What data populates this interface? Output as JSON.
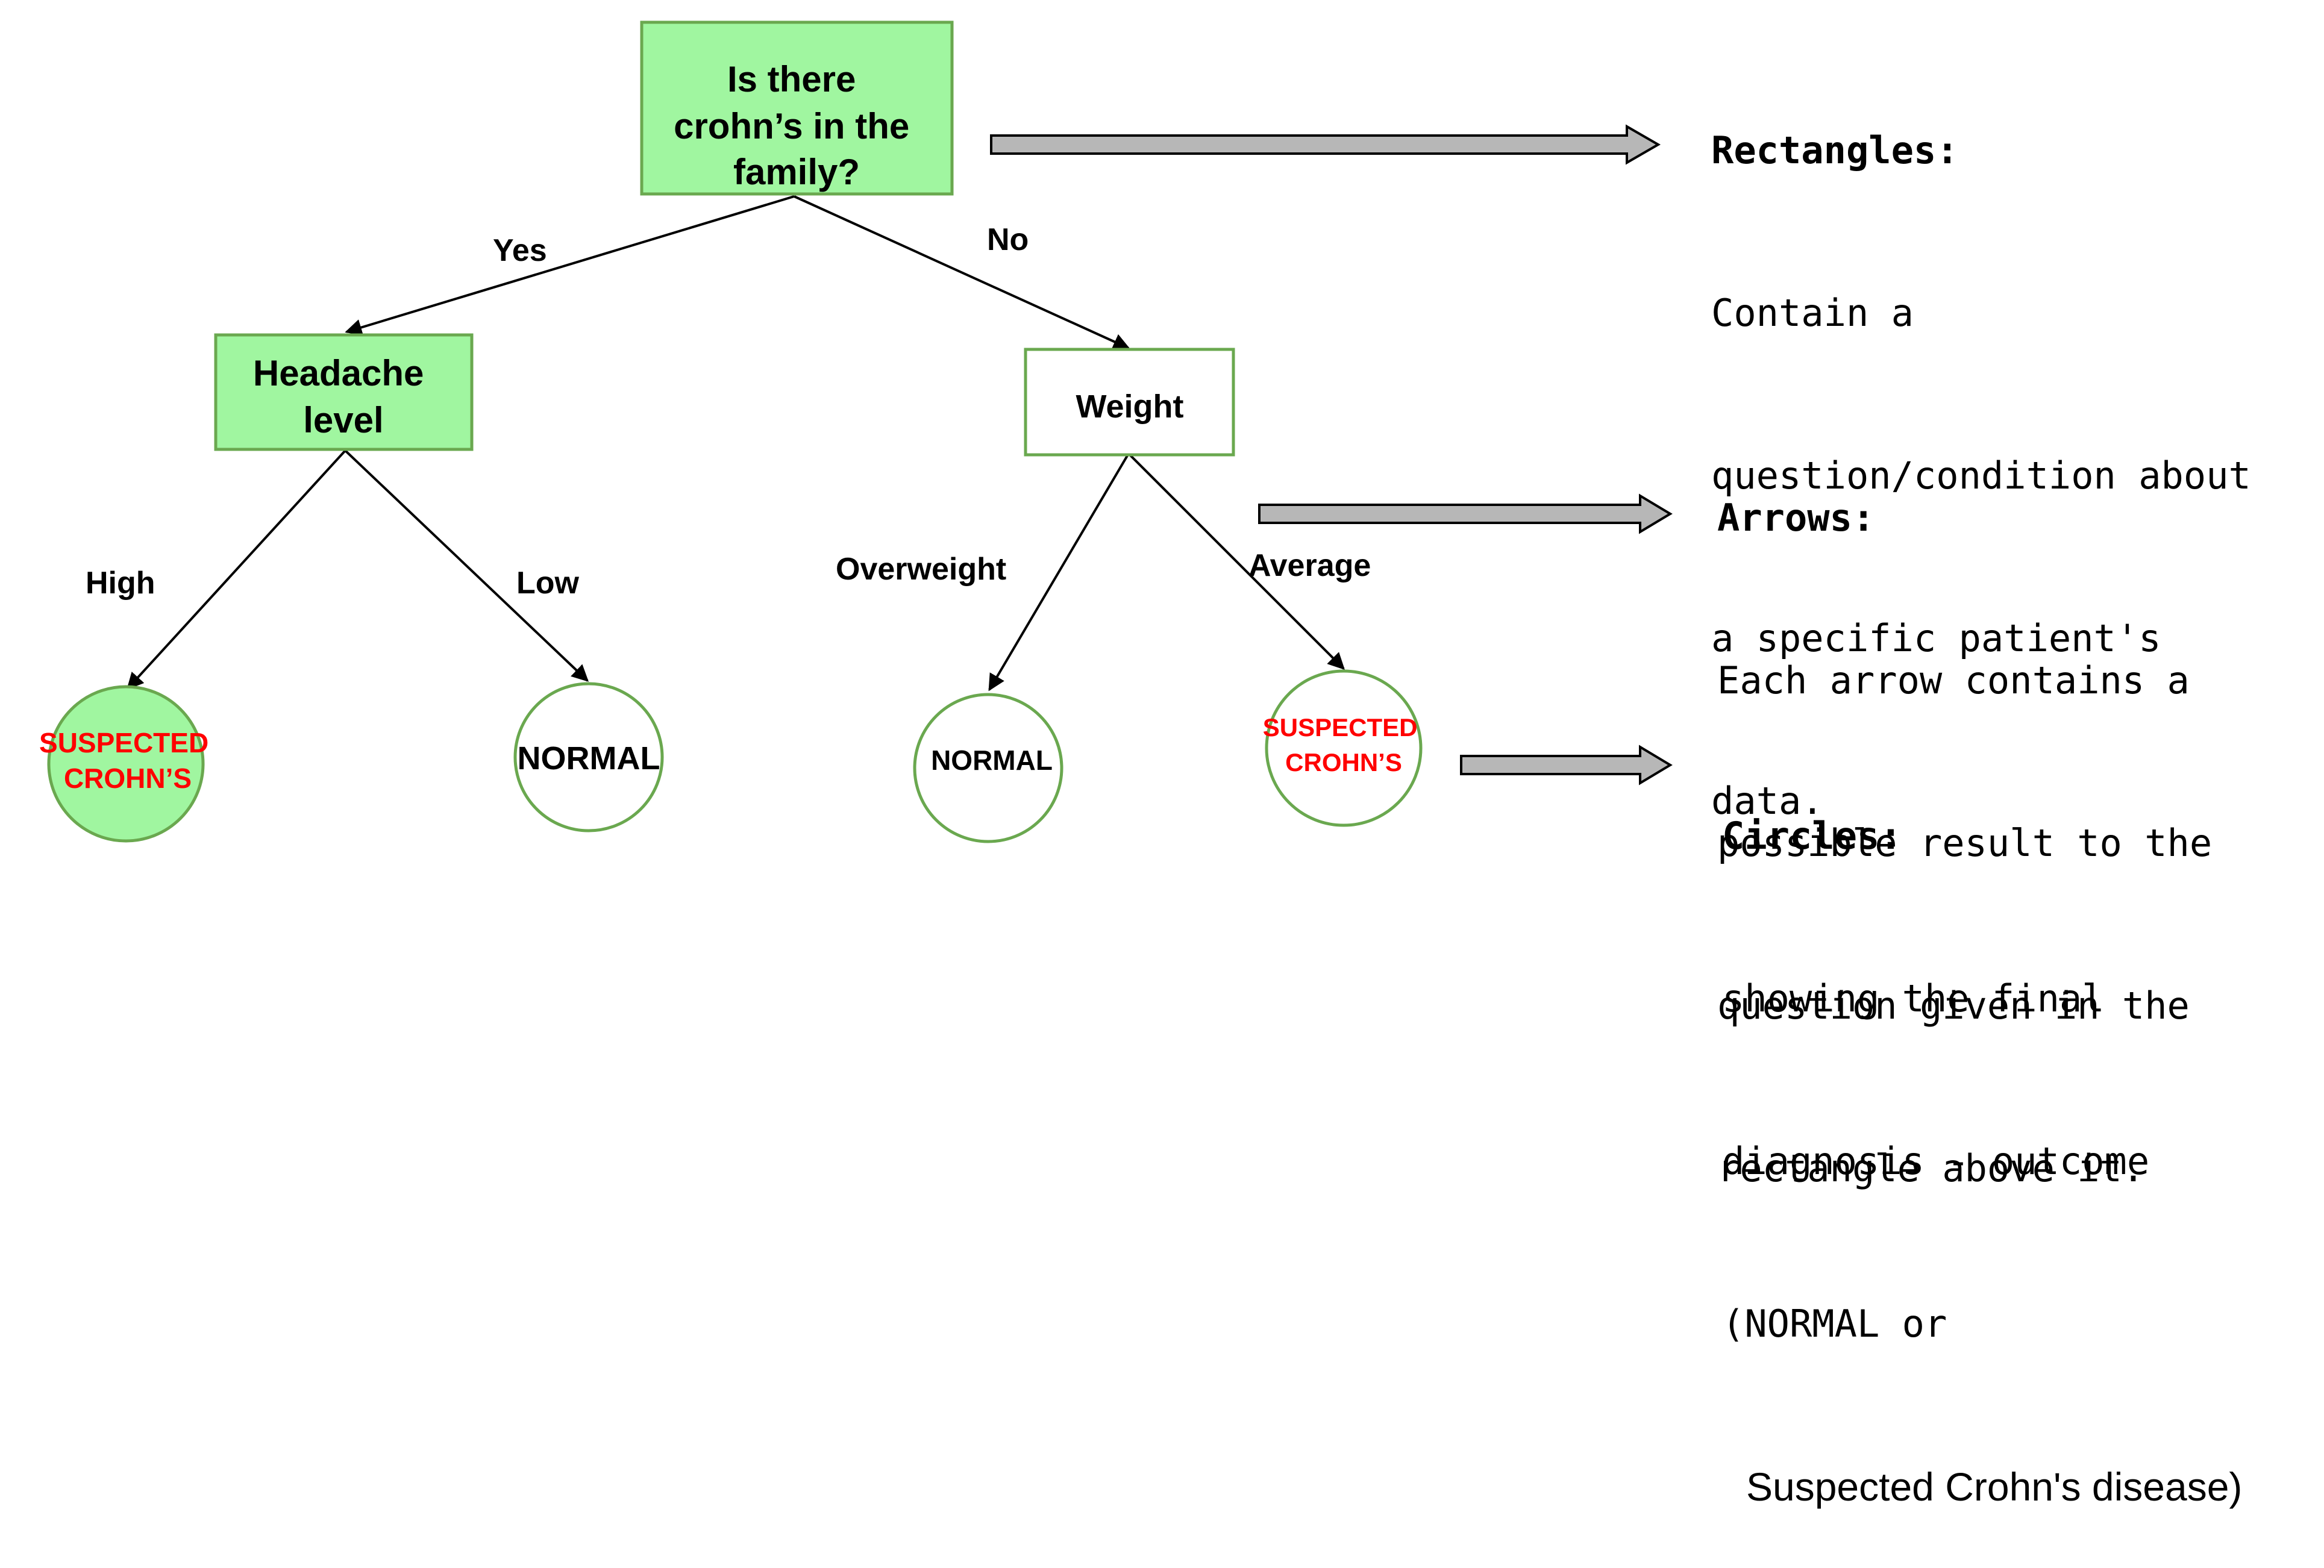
{
  "colors": {
    "node_fill_green": "#a0f6a0",
    "node_border_green": "#6aa84f",
    "outcome_red": "#ff0000",
    "arrow_fill": "#b7b7b7"
  },
  "tree": {
    "root": {
      "lines": [
        "Is there",
        "crohn’s in the",
        "family?"
      ]
    },
    "left_node": {
      "lines": [
        "Headache",
        "level"
      ]
    },
    "right_node": {
      "lines": [
        "Weight"
      ]
    },
    "edges": {
      "yes": "Yes",
      "no": "No",
      "high": "High",
      "low": "Low",
      "overweight": "Overweight",
      "average": "Average"
    },
    "outcomes": {
      "o1": {
        "lines": [
          "SUSPECTED",
          "CROHN’S"
        ]
      },
      "o2": {
        "lines": [
          "NORMAL"
        ]
      },
      "o3": {
        "lines": [
          "NORMAL"
        ]
      },
      "o4": {
        "lines": [
          "SUSPECTED",
          "CROHN’S"
        ]
      }
    }
  },
  "legend": {
    "rectangles": {
      "title": "Rectangles:",
      "lines": [
        "Contain a",
        "question/condition about",
        "a specific patient's",
        "data."
      ]
    },
    "arrows": {
      "title": "Arrows:",
      "lines": [
        "Each arrow contains a",
        "possible result to the",
        "question given in the",
        "rectangle above it."
      ]
    },
    "circles": {
      "title": "Circles:",
      "lines": [
        "showing the final",
        "diagnosis - outcome",
        "(NORMAL or"
      ],
      "last_line": "Suspected Crohn's disease)"
    }
  }
}
